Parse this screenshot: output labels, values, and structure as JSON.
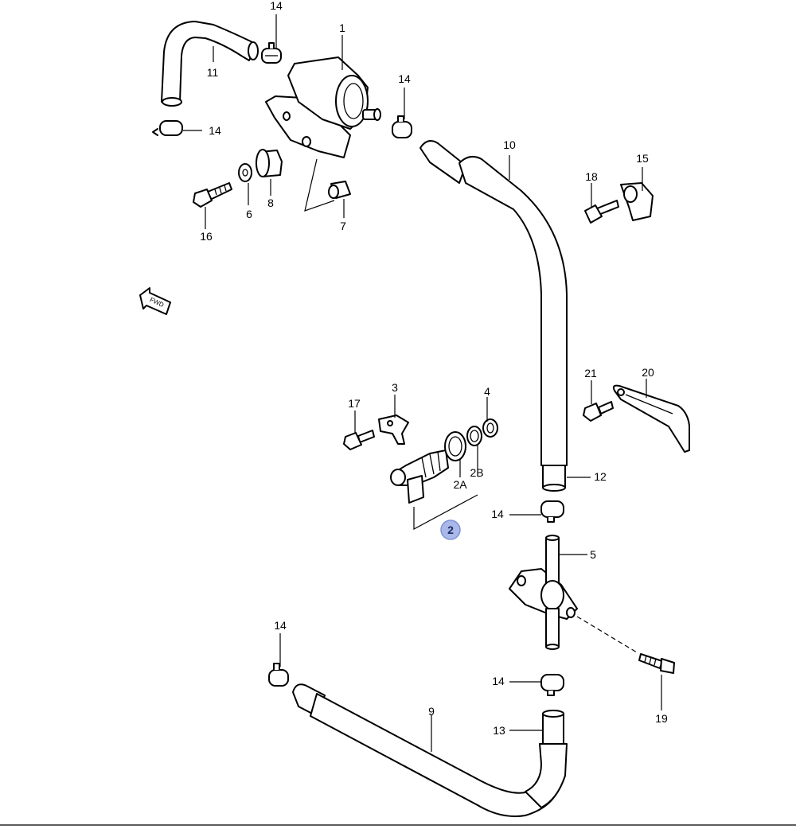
{
  "diagram": {
    "labels": {
      "p1": "1",
      "p2": "2",
      "p2a": "2A",
      "p2b": "2B",
      "p3": "3",
      "p4": "4",
      "p5": "5",
      "p6": "6",
      "p7": "7",
      "p8": "8",
      "p9": "9",
      "p10": "10",
      "p11": "11",
      "p12": "12",
      "p13": "13",
      "p14": "14",
      "p15": "15",
      "p16": "16",
      "p17": "17",
      "p18": "18",
      "p19": "19",
      "p20": "20",
      "p21": "21"
    },
    "front_marker": "FWD",
    "highlighted_part": "2",
    "colors": {
      "highlight_fill": "#a9b8e8",
      "line": "#000000"
    }
  }
}
